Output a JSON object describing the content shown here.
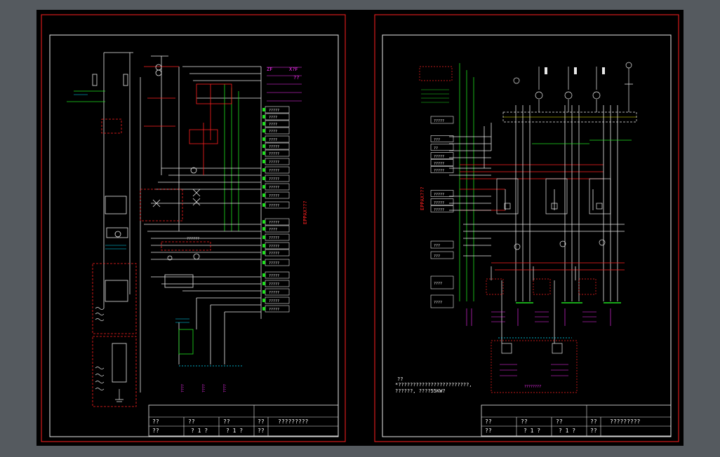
{
  "sheet1": {
    "vertical_label": "EPPAX???",
    "title_block": {
      "row1": [
        "??",
        "??",
        "??",
        "??",
        "?????????"
      ],
      "row2": [
        "??",
        "? 1 ?",
        "? 1 ?",
        "??",
        ""
      ]
    },
    "terminal_labels": [
      "?????",
      "????",
      "????",
      "????",
      "????",
      "?????",
      "?????",
      "?????",
      "?????",
      "?????",
      "?????",
      "?????",
      "?????",
      "?????",
      "????",
      "?????",
      "?????",
      "?????",
      "?????",
      "?????",
      "?????",
      "?????",
      "?????",
      "?????"
    ],
    "notes": [
      "ZF",
      "X?F",
      "??",
      "??????"
    ],
    "bottom_labels": [
      "????",
      "????",
      "????"
    ]
  },
  "sheet2": {
    "vertical_label": "EPPAX???",
    "title_block": {
      "row1": [
        "??",
        "??",
        "??",
        "??",
        "?????????"
      ],
      "row2": [
        "??",
        "? 1 ?",
        "? 1 ?",
        "??",
        ""
      ]
    },
    "left_boxes": [
      "?????",
      "???",
      "??",
      "?????",
      "?????",
      "?????",
      "?????",
      "?????",
      "?????",
      "???",
      "???",
      "????",
      "????"
    ],
    "note_lines": [
      "??",
      "*????????????????????????,",
      "??????, ????55KW?"
    ],
    "bottom_group_label": "????????"
  },
  "colors": {
    "background": "#000000",
    "surround": "#555a5f",
    "frame": "#ff2020",
    "line_white": "#e8e8e8",
    "line_green": "#20e020",
    "line_cyan": "#00e0ff",
    "line_magenta": "#ff30ff",
    "line_yellow": "#f0f000",
    "line_red": "#ff2020"
  }
}
